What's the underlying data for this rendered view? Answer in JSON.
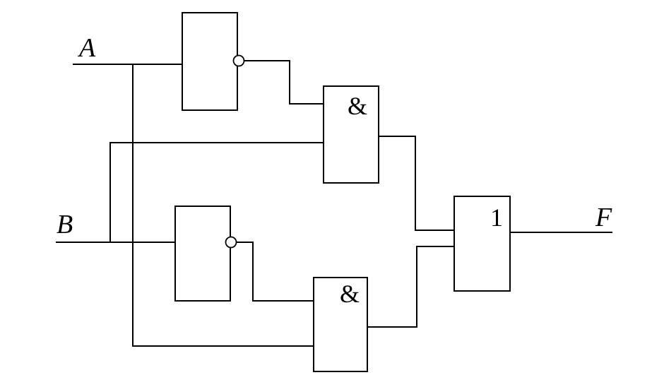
{
  "inputs": {
    "a": "A",
    "b": "B"
  },
  "output": {
    "f": "F"
  },
  "gates": {
    "and_top_symbol": "&",
    "and_bottom_symbol": "&",
    "or_symbol": "1"
  }
}
